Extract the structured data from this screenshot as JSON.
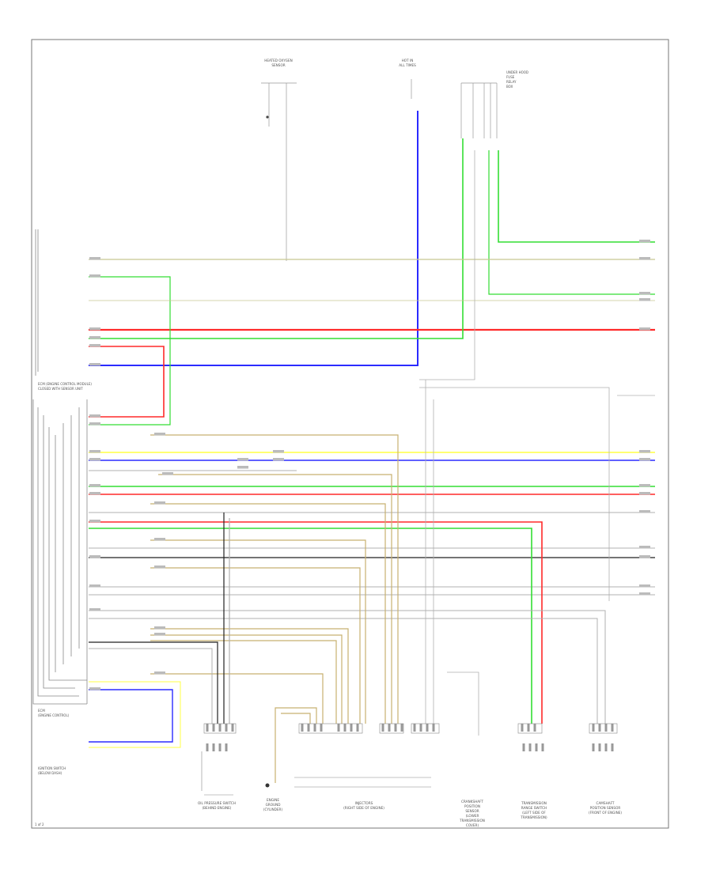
{
  "components": {
    "heated_oxygen_sensor": [
      "HEATED OXYGEN",
      "SENSOR"
    ],
    "hot_in_all_times": [
      "HOT IN",
      "ALL TIMES"
    ],
    "under_hood_fuse": [
      "UNDER HOOD",
      "FUSE",
      "RELAY",
      "BOX"
    ],
    "ecm_left": [
      "ECM (ENGINE CONTROL MODULE)",
      "CLOSED WITH SENSOR UNIT"
    ],
    "ecm_bottom_left": [
      "ECM",
      "(ENGINE CONTROL)"
    ],
    "ignition_switch": [
      "IGNITION SWITCH",
      "(BELOW DASH)"
    ],
    "oil_pressure_switch": [
      "OIL PRESSURE SWITCH",
      "(BEHIND ENGINE)"
    ],
    "engine_ground": [
      "ENGINE",
      "GROUND",
      "(CYLINDER)"
    ],
    "injectors": [
      "INJECTORS",
      "(RIGHT SIDE OF ENGINE)"
    ],
    "crank_sensor": [
      "CRANKSHAFT",
      "POSITION",
      "SENSOR",
      "(LOWER",
      "TRANSMISSION",
      "COVER)"
    ],
    "transmission_range": [
      "TRANSMISSION",
      "RANGE SWITCH",
      "(LEFT SIDE OF",
      "TRANSMISSION)"
    ],
    "cam_sensor": [
      "CAMSHAFT",
      "POSITION SENSOR",
      "(FRONT OF ENGINE)"
    ]
  },
  "footer": {
    "page_mark": "1 of 2"
  },
  "colors": {
    "blue": "#2b2bff",
    "red": "#ff2a2a",
    "green": "#33dd33",
    "yellow": "#ffff44",
    "tan": "#c8b070",
    "olive": "#c8c890",
    "gray": "#b0b0b0",
    "black": "#222222",
    "frame": "#777777"
  }
}
